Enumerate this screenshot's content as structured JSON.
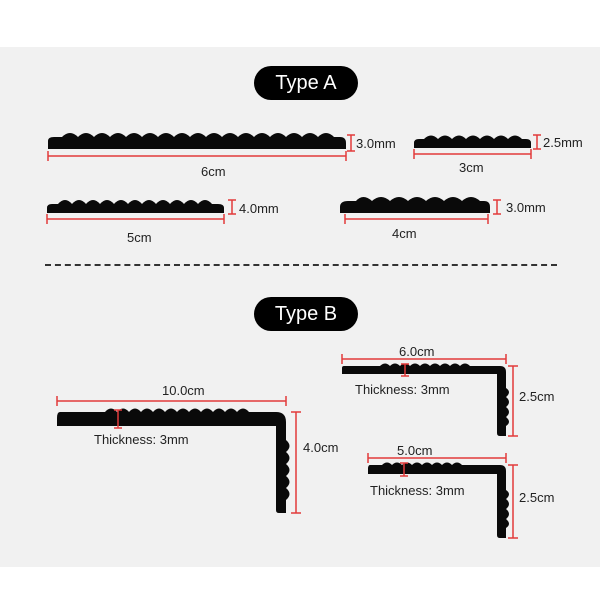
{
  "type_a": {
    "title": "Type A",
    "strips": [
      {
        "id": "6cm",
        "thickness": "3.0mm",
        "length": "6cm"
      },
      {
        "id": "3cm",
        "thickness": "2.5mm",
        "length": "3cm"
      },
      {
        "id": "5cm",
        "thickness": "4.0mm",
        "length": "5cm"
      },
      {
        "id": "4cm",
        "thickness": "3.0mm",
        "length": "4cm"
      }
    ]
  },
  "type_b": {
    "title": "Type B",
    "profiles": [
      {
        "id": "10cm",
        "width": "10.0cm",
        "height": "4.0cm",
        "thickness": "Thickness: 3mm"
      },
      {
        "id": "6cm",
        "width": "6.0cm",
        "height": "2.5cm",
        "thickness": "Thickness: 3mm"
      },
      {
        "id": "5cm",
        "width": "5.0cm",
        "height": "2.5cm",
        "thickness": "Thickness: 3mm"
      }
    ]
  },
  "colors": {
    "product": "#0a0a0a",
    "dimension_line": "#e23b3b",
    "background": "#f1f1f1"
  }
}
